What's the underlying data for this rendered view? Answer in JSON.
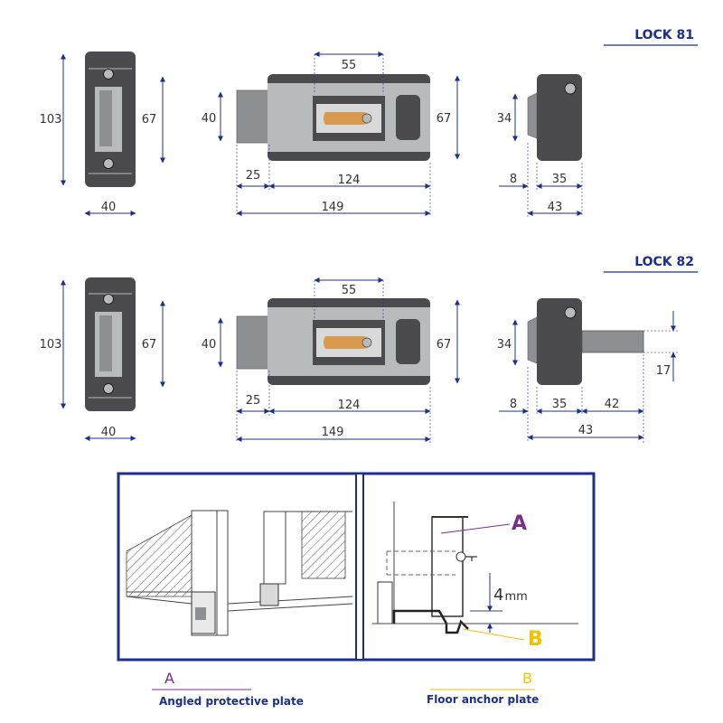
{
  "locks": [
    {
      "title": "LOCK 81",
      "front": {
        "height": "103",
        "hole_spacing": "67",
        "width": "40"
      },
      "side": {
        "body_height": "40",
        "plate_height": "67",
        "key_span": "55",
        "bolt_length": "25",
        "body_length": "124",
        "total_length": "149"
      },
      "end": {
        "height": "34",
        "offset": "8",
        "body_width": "35",
        "total_width": "43"
      }
    },
    {
      "title": "LOCK 82",
      "front": {
        "height": "103",
        "hole_spacing": "67",
        "width": "40"
      },
      "side": {
        "body_height": "40",
        "plate_height": "67",
        "key_span": "55",
        "bolt_length": "25",
        "body_length": "124",
        "total_length": "149"
      },
      "end": {
        "height": "34",
        "offset": "8",
        "body_width": "35",
        "bolt_length": "42",
        "bolt_height": "17",
        "total_width": "43"
      }
    }
  ],
  "installation": {
    "letter_a": "A",
    "letter_b": "B",
    "gap": "4",
    "gap_unit": "mm",
    "caption_a": "Angled protective plate",
    "caption_b": "Floor anchor plate"
  },
  "colors": {
    "dimension": "#1c2f8c",
    "title": "#1c2f8c",
    "plate_a": "#7a2d8e",
    "plate_b": "#f2c200",
    "body_dark": "#4b4b4d",
    "body_light": "#b9babc",
    "key_brass": "#d79a4e"
  }
}
